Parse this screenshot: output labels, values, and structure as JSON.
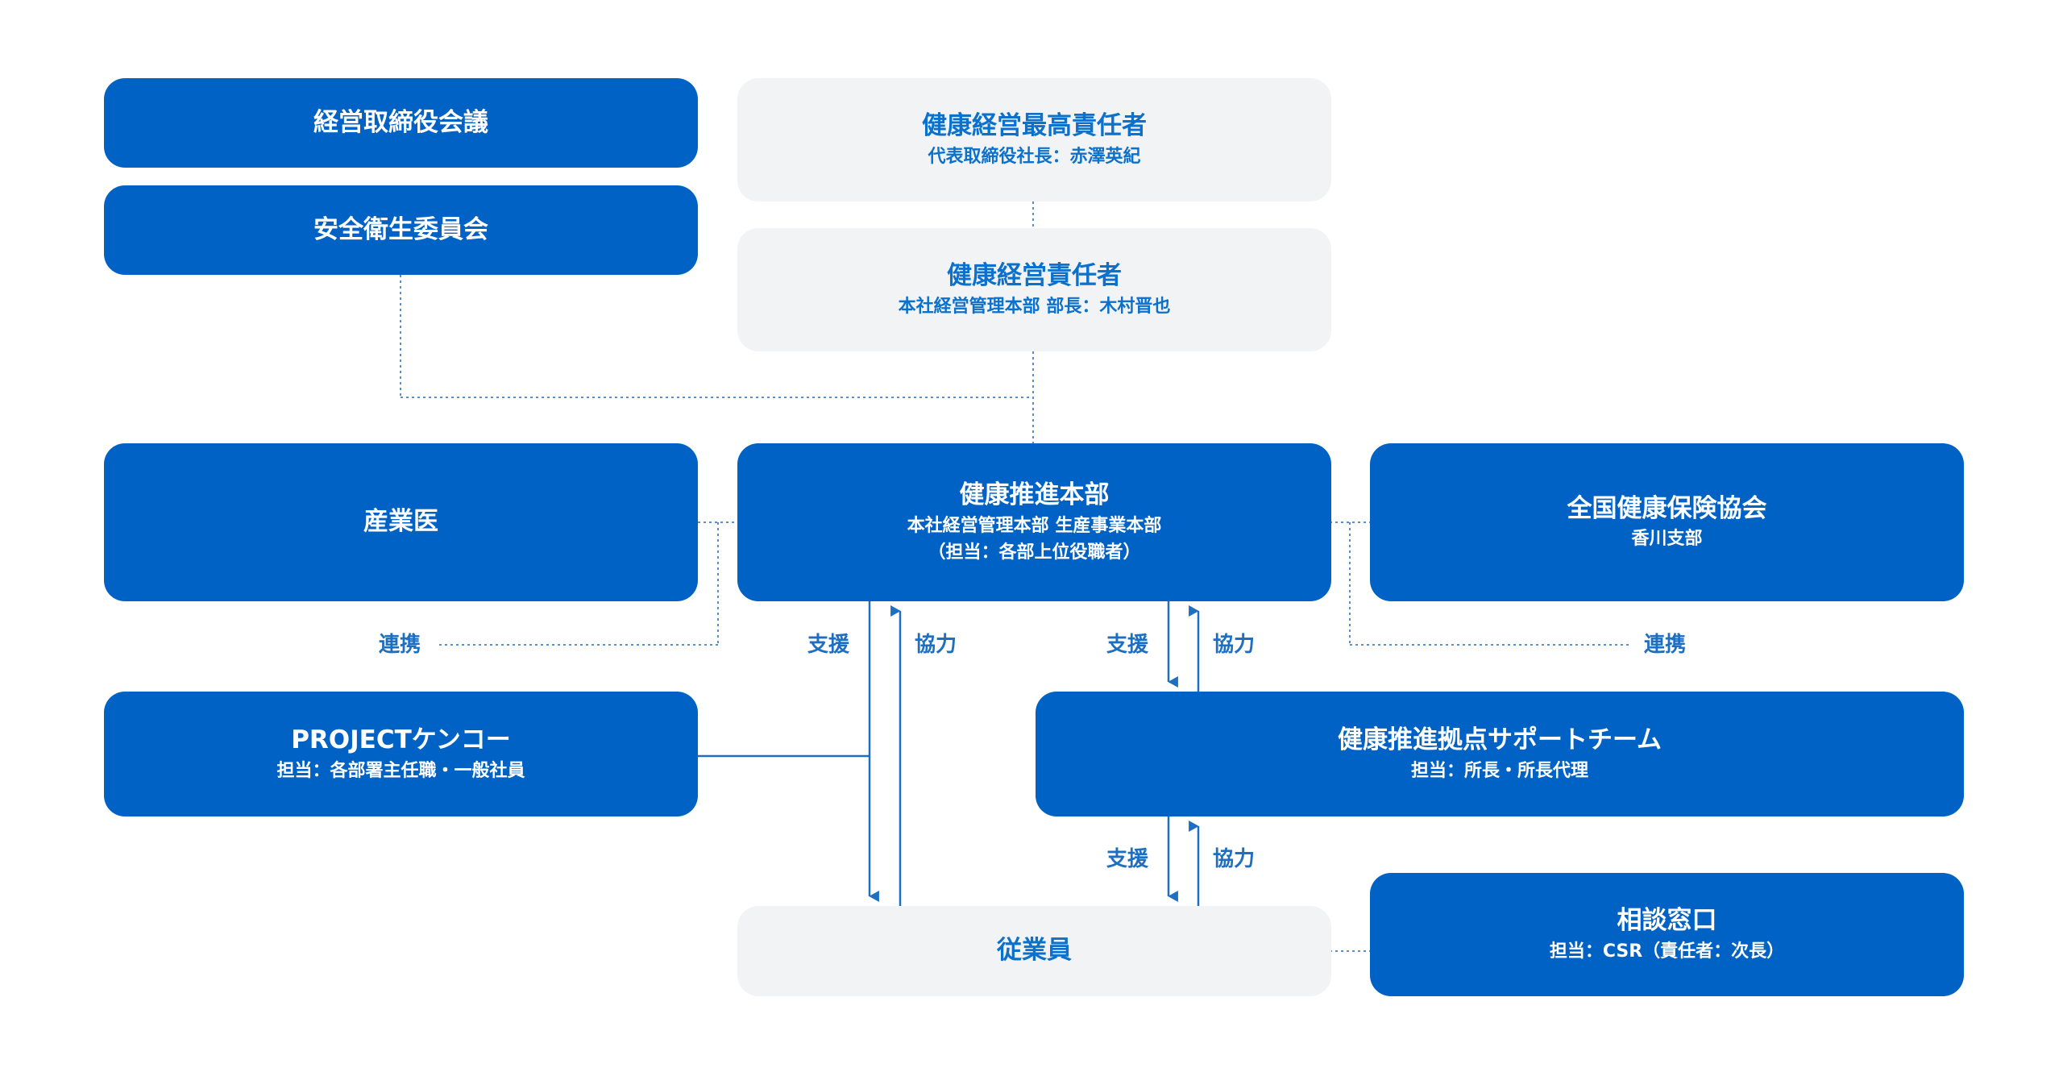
{
  "boxes": {
    "board": {
      "title": "経営取締役会議"
    },
    "safety": {
      "title": "安全衛生委員会"
    },
    "cho": {
      "title": "健康経営最高責任者",
      "sub": "代表取締役社長：赤澤英紀"
    },
    "officer": {
      "title": "健康経営責任者",
      "sub": "本社経営管理本部 部長：木村晋也"
    },
    "promotion": {
      "title": "健康推進本部",
      "sub1": "本社経営管理本部 生産事業本部",
      "sub2": "（担当：各部上位役職者）"
    },
    "doctor": {
      "title": "産業医"
    },
    "kyokai": {
      "title": "全国健康保険協会",
      "sub": "香川支部"
    },
    "project": {
      "title": "PROJECTケンコー",
      "sub": "担当：各部署主任職・一般社員"
    },
    "support_team": {
      "title": "健康推進拠点サポートチーム",
      "sub": "担当：所長・所長代理"
    },
    "employees": {
      "title": "従業員"
    },
    "consult": {
      "title": "相談窓口",
      "sub": "担当：CSR（責任者：次長）"
    }
  },
  "labels": {
    "renkei": "連携",
    "shien": "支援",
    "kyoryoku": "協力"
  },
  "colors": {
    "box_blue": "#0062c4",
    "box_gray": "#f2f3f5",
    "text_blue": "#0b71cc",
    "line_blue": "#1e6fc1",
    "dotted_gray_blue": "#5a8fc8"
  }
}
